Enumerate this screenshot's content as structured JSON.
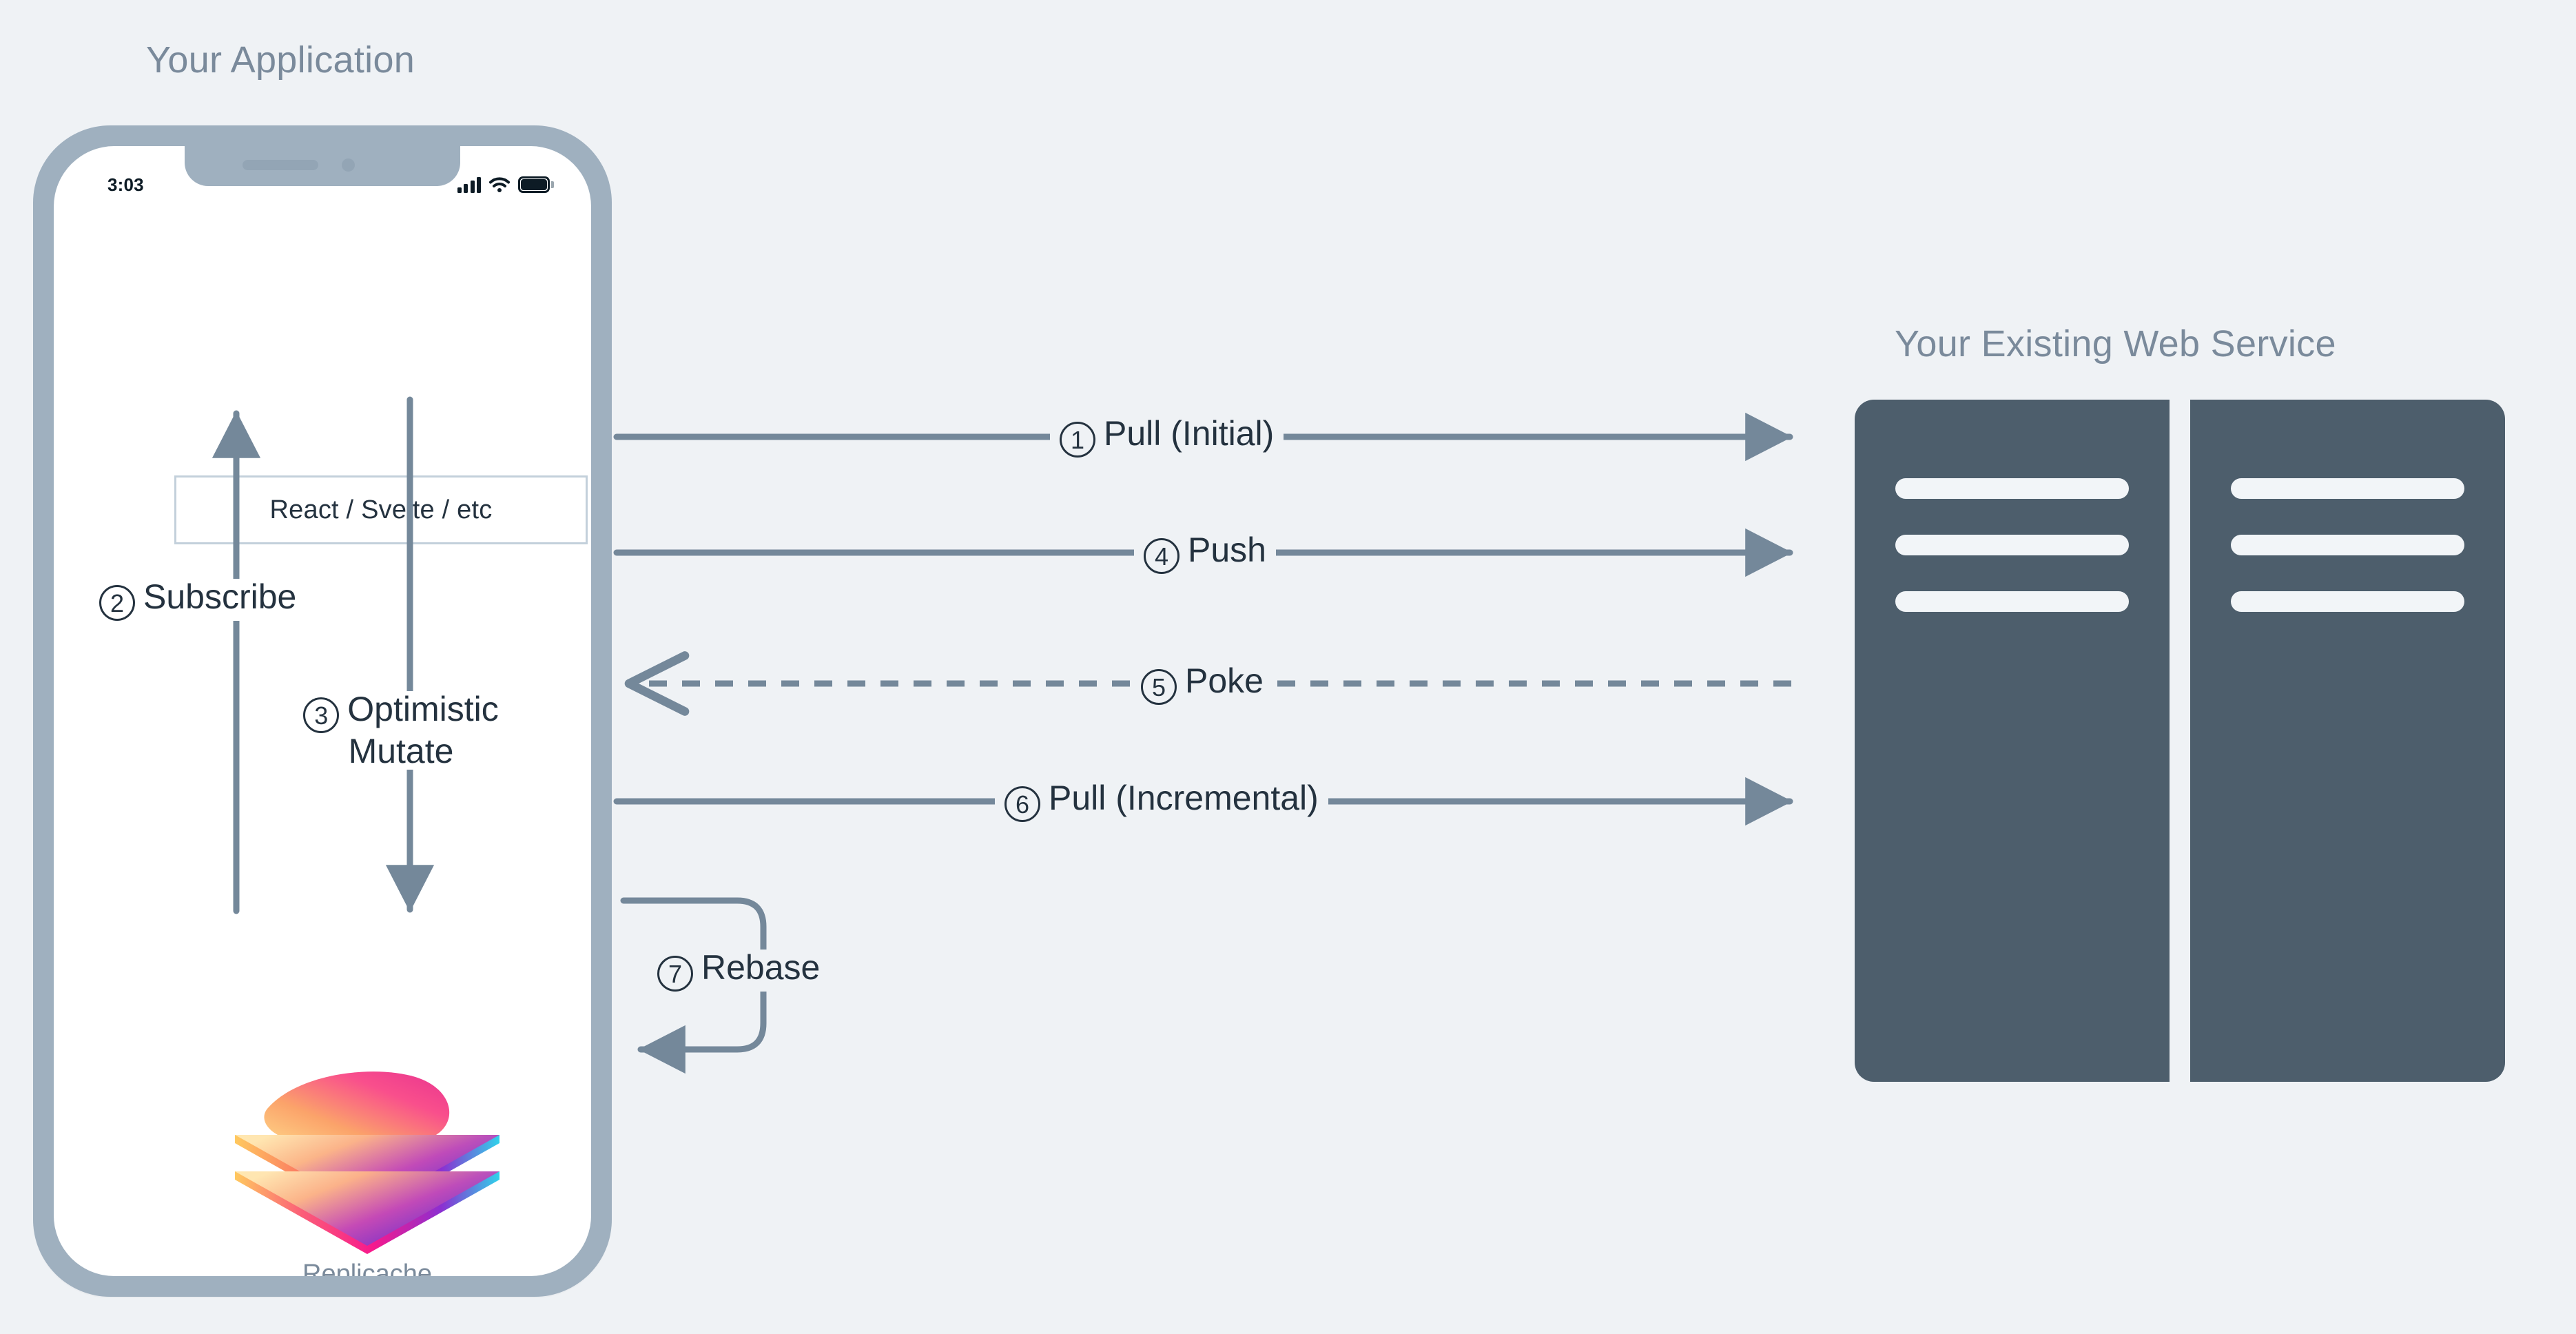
{
  "background_color": "#eff2f5",
  "sections": {
    "app": {
      "title": "Your Application"
    },
    "service": {
      "title": "Your Existing Web Service"
    }
  },
  "phone": {
    "frame_color": "#9fb0bf",
    "screen_color": "#ffffff",
    "status_bar": {
      "time": "3:03",
      "icons": [
        "signal-bars-icon",
        "wifi-icon",
        "battery-icon"
      ]
    },
    "framework_box": {
      "label": "React / Svelte / etc"
    },
    "replicache": {
      "label": "Replicache",
      "logo": "replicache-layers-logo"
    }
  },
  "servers": {
    "color": "#4d5e6c",
    "slot_color": "#f2f5f8",
    "racks": [
      {
        "name": "server-rack-left",
        "slots": 3
      },
      {
        "name": "server-rack-right",
        "slots": 3
      }
    ]
  },
  "flows": {
    "line_color": "#74889a",
    "label_color": "#24323f",
    "steps": [
      {
        "num": "1",
        "label": "Pull (Initial)",
        "direction": "right",
        "style": "solid"
      },
      {
        "num": "2",
        "label": "Subscribe",
        "direction": "up",
        "style": "solid"
      },
      {
        "num": "3",
        "label": "Optimistic",
        "label2": "Mutate",
        "direction": "down",
        "style": "solid"
      },
      {
        "num": "4",
        "label": "Push",
        "direction": "right",
        "style": "solid"
      },
      {
        "num": "5",
        "label": "Poke",
        "direction": "left",
        "style": "dashed"
      },
      {
        "num": "6",
        "label": "Pull (Incremental)",
        "direction": "right",
        "style": "solid"
      },
      {
        "num": "7",
        "label": "Rebase",
        "direction": "loop",
        "style": "solid"
      }
    ]
  }
}
